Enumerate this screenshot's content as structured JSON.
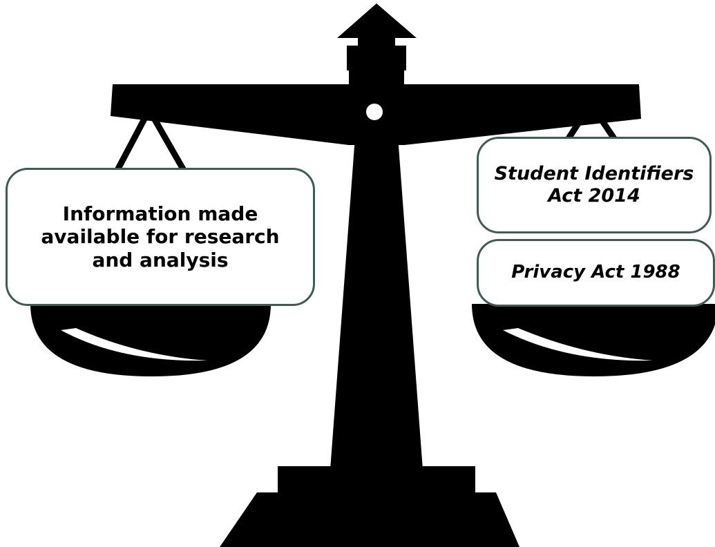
{
  "diagram": {
    "left_pan": {
      "label": "Information made available for research and analysis"
    },
    "right_pan": {
      "top_label": "Student Identifiers Act 2014",
      "bottom_label": "Privacy Act 1988"
    },
    "colors": {
      "scale_silhouette": "#000000",
      "callout_border": "#3f5b55",
      "callout_fill": "#ffffff",
      "background": "#ffffff"
    }
  }
}
